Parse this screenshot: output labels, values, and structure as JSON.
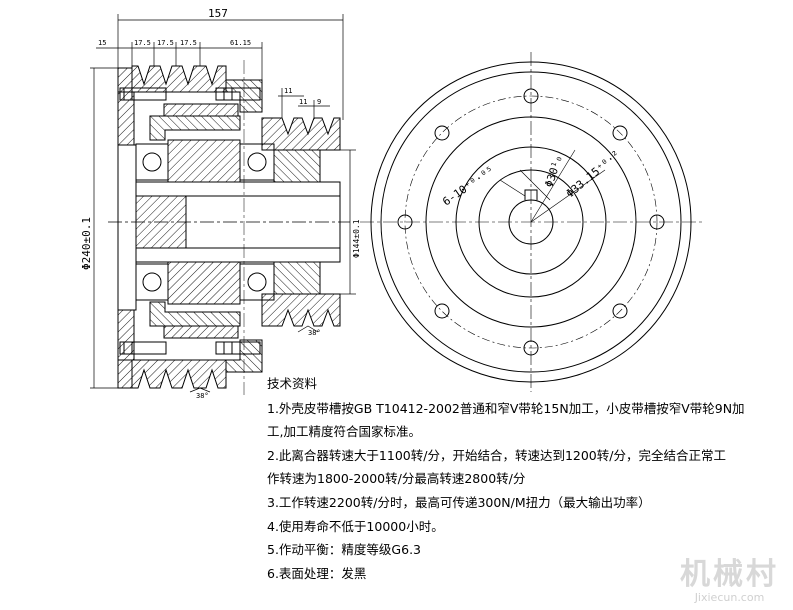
{
  "dimensions": {
    "overall_width": "157",
    "d1": "15",
    "d2": "17.5",
    "d3": "17.5",
    "d4": "17.5",
    "d5": "61.15",
    "d6": "11",
    "d7": "11",
    "d8": "9",
    "diameter_outer": "Φ240±0.1",
    "diameter_right": "Φ144±0.1",
    "angle_top": "38°",
    "angle_bottom": "38°",
    "keyway": "6-10⁺⁰·⁰⁵",
    "bore": "Φ30¹₀",
    "hub": "Φ33.15⁺⁰·²"
  },
  "notes": {
    "title": "技术资料",
    "lines": [
      "1.外壳皮带槽按GB T10412-2002普通和窄V带轮15N加工，小皮带槽按窄V带轮9N加",
      "工,加工精度符合国家标准。",
      "2.此离合器转速大于1100转/分，开始结合，转速达到1200转/分，完全结合正常工",
      "作转速为1800-2000转/分最高转速2800转/分",
      "3.工作转速2200转/分时，最高可传递300N/M扭力（最大输出功率）",
      "4.使用寿命不低于10000小时。",
      "5.作动平衡：精度等级G6.3",
      "6.表面处理：发黑"
    ]
  },
  "watermark": {
    "main": "机械村",
    "url": "Jixiecun.com"
  }
}
